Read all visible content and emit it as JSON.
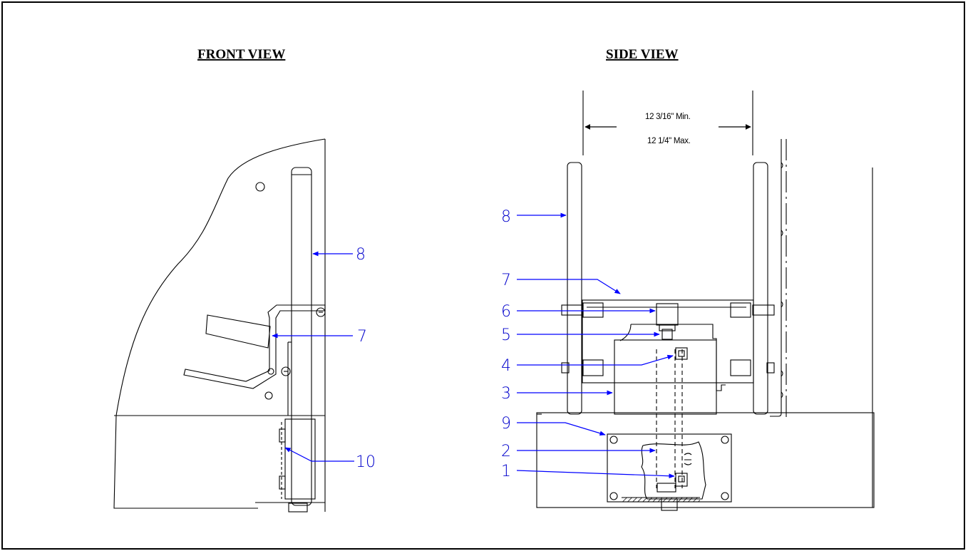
{
  "views": {
    "front": {
      "title": "FRONT VIEW"
    },
    "side": {
      "title": "SIDE VIEW"
    }
  },
  "dimension": {
    "min_label": "12 3/16\" Min.",
    "max_label": "12 1/4\" Max."
  },
  "callouts": {
    "front": [
      "8",
      "7",
      "10"
    ],
    "side": [
      "8",
      "7",
      "6",
      "5",
      "4",
      "3",
      "9",
      "2",
      "1"
    ]
  },
  "colors": {
    "line": "#000000",
    "leader": "#0000ff",
    "callout_text": "#0000cc",
    "frame": "#000000"
  }
}
